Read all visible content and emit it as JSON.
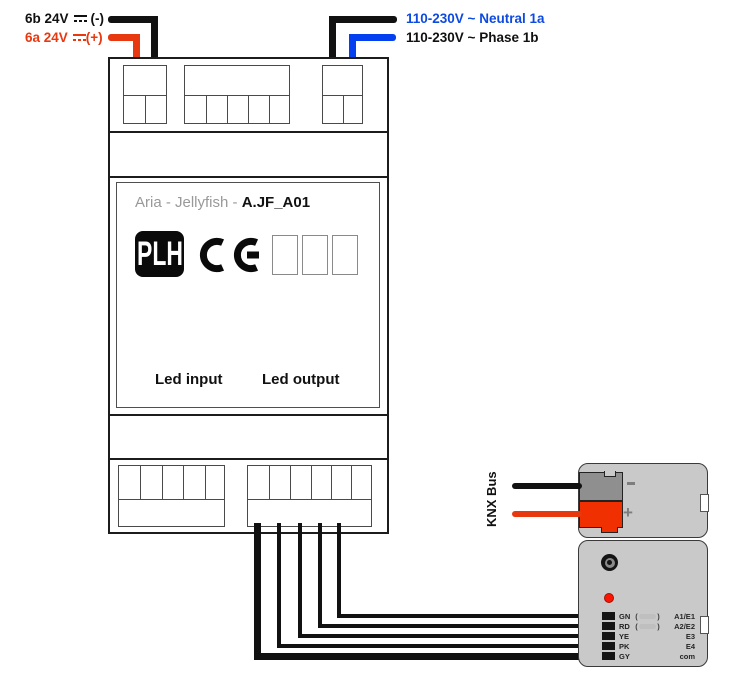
{
  "colors": {
    "wire_black": "#111111",
    "wire_red": "#e8380f",
    "wire_blue": "#0540f0",
    "text_red": "#e8380f",
    "text_blue": "#0d4ae0",
    "knx_body_gray": "#c9c9c9",
    "knx_connector_gray": "#8f8f8f",
    "knx_connector_red": "#f03000",
    "knx_led_red": "#fb1303",
    "title_gray": "#999999"
  },
  "dc_input": {
    "negative_label": "6b 24V",
    "negative_polarity": "(-)",
    "positive_label": "6a 24V",
    "positive_polarity": "(+)"
  },
  "ac_input": {
    "neutral_label": "110-230V ~ Neutral 1a",
    "phase_label": "110-230V ~ Phase 1b"
  },
  "device": {
    "title_prefix": "Aria - Jellyfish - ",
    "model": "A.JF_A01",
    "brand": "PLH",
    "led_input_label": "Led input",
    "led_output_label": "Led output"
  },
  "knx": {
    "bus_label": "KNX Bus",
    "minus": "-",
    "plus": "+",
    "terminals": [
      {
        "wire": "GN",
        "open": "(",
        "close": ")",
        "channel": "A1/E1"
      },
      {
        "wire": "RD",
        "open": "(",
        "close": ")",
        "channel": "A2/E2"
      },
      {
        "wire": "YE",
        "open": "",
        "close": "",
        "channel": "E3"
      },
      {
        "wire": "PK",
        "open": "",
        "close": "",
        "channel": "E4"
      },
      {
        "wire": "GY",
        "open": "",
        "close": "",
        "channel": "com"
      }
    ]
  }
}
